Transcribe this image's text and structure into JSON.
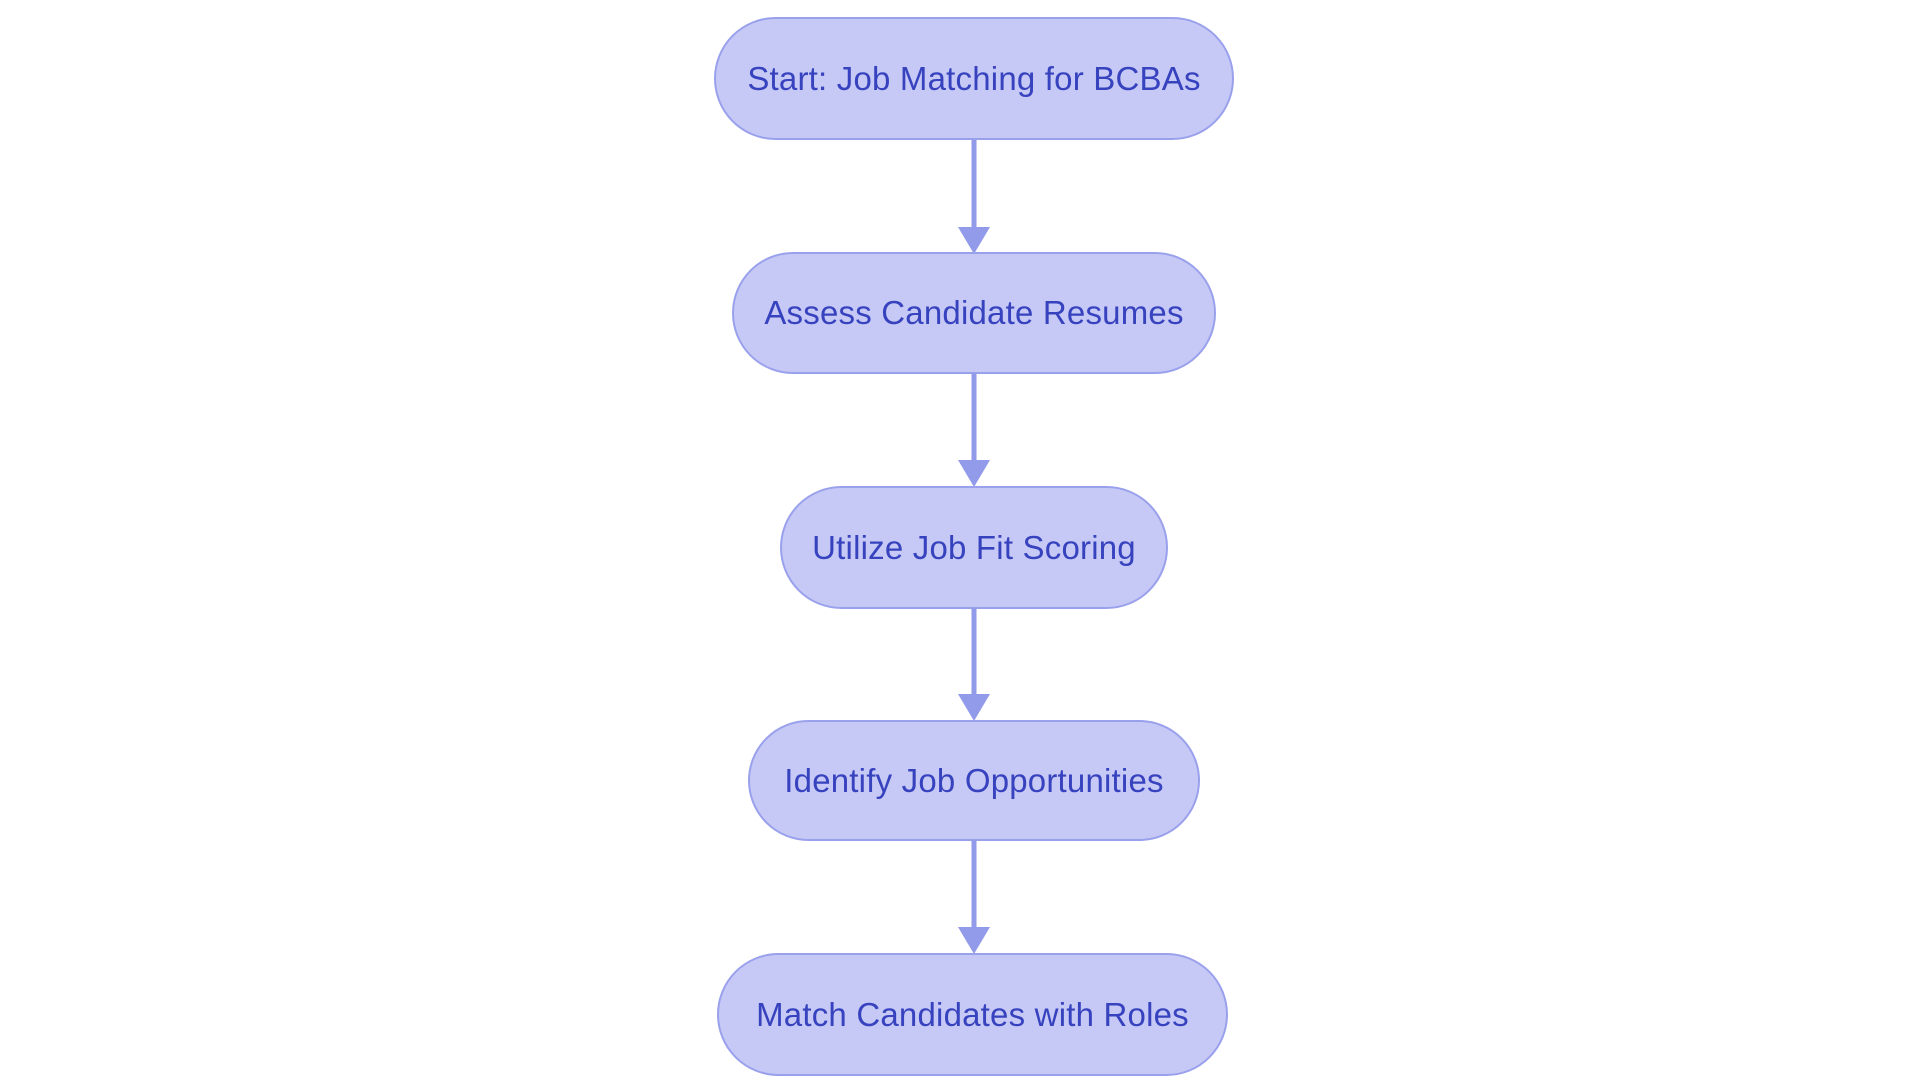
{
  "flowchart": {
    "type": "flowchart",
    "direction": "top-to-bottom",
    "nodes": [
      {
        "id": "start",
        "label": "Start: Job Matching for BCBAs"
      },
      {
        "id": "assess",
        "label": "Assess Candidate Resumes"
      },
      {
        "id": "score",
        "label": "Utilize Job Fit Scoring"
      },
      {
        "id": "identify",
        "label": "Identify Job Opportunities"
      },
      {
        "id": "match",
        "label": "Match Candidates with Roles"
      }
    ],
    "edges": [
      {
        "from": "start",
        "to": "assess"
      },
      {
        "from": "assess",
        "to": "score"
      },
      {
        "from": "score",
        "to": "identify"
      },
      {
        "from": "identify",
        "to": "match"
      }
    ],
    "colors": {
      "node_fill": "#c6c9f6",
      "node_border": "#9aa1ec",
      "node_text": "#3742be",
      "arrow": "#929aea",
      "background": "#ffffff"
    }
  }
}
